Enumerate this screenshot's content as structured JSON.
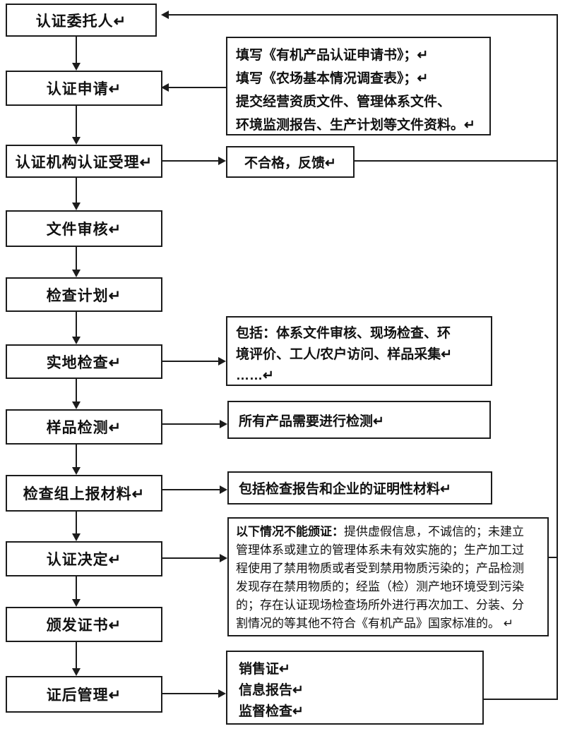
{
  "flow": [
    {
      "label": "认证委托人↵"
    },
    {
      "label": "认证申请↵"
    },
    {
      "label": "认证机构认证受理↵"
    },
    {
      "label": "文件审核↵"
    },
    {
      "label": "检查计划↵"
    },
    {
      "label": "实地检查↵"
    },
    {
      "label": "样品检测↵"
    },
    {
      "label": "检查组上报材料↵"
    },
    {
      "label": "认证决定↵"
    },
    {
      "label": "颁发证书↵"
    },
    {
      "label": "证后管理↵"
    }
  ],
  "notes": {
    "application": {
      "lines": [
        "填写《有机产品认证申请书》；↵",
        "填写《农场基本情况调查表》；↵",
        "提交经营资质文件、管理体系文件、",
        "环境监测报告、生产计划等文件资料。↵"
      ]
    },
    "feedback": {
      "text": "不合格，反馈↵"
    },
    "site_inspection": {
      "lines": [
        "包括：体系文件审核、现场检查、环",
        "境评价、工人/农户访问、样品采集↵",
        "……↵"
      ]
    },
    "sample_testing": {
      "text": "所有产品需要进行检测↵"
    },
    "report_materials": {
      "text": "包括检查报告和企业的证明性材料↵"
    },
    "decision": {
      "lead": "以下情况不能颁证：",
      "lines": [
        "提供虚假信息，不诚信的；未建立",
        "管理体系或建立的管理体系未有效实施的；生产加工过",
        "程使用了禁用物质或者受到禁用物质污染的；产品检测",
        "发现存在禁用物质的；经监（检）测产地环境受到污染",
        "的；存在认证现场检查场所外进行再次加工、分装、分",
        "割情况的等其他不符合《有机产品》国家标准的。 ↵"
      ]
    },
    "post_management": {
      "lines": [
        "销售证↵",
        "信息报告↵",
        "监督检查↵"
      ]
    }
  },
  "colors": {
    "line": "#1c1c1c",
    "background": "#ffffff",
    "text": "#111111"
  }
}
